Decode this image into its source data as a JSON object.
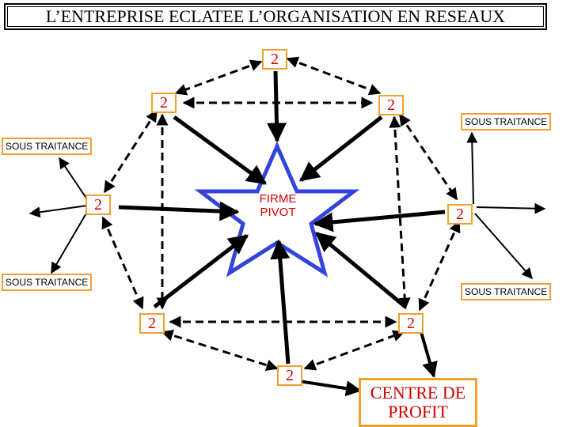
{
  "title": "L’ENTREPRISE ECLATEE L’ORGANISATION EN RESEAUX",
  "pivot": {
    "line1": "FIRME",
    "line2": "PIVOT"
  },
  "node_label": "2",
  "sous_traitance": "SOUS TRAITANCE",
  "profit": {
    "line1": "CENTRE DE",
    "line2": "PROFIT"
  },
  "colors": {
    "node_border": "#f0a030",
    "node_text": "#d00000",
    "star": "#3344dd",
    "arrow": "#000000"
  }
}
